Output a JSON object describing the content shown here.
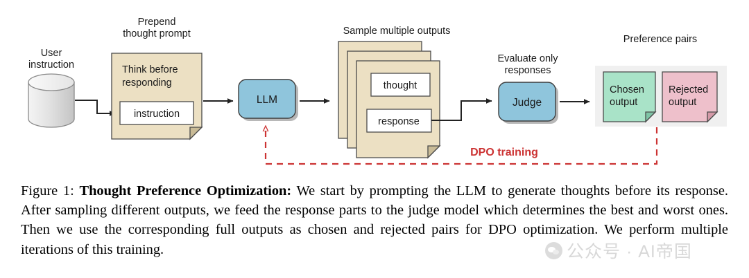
{
  "diagram": {
    "labels": {
      "user_instruction": [
        "User",
        "instruction"
      ],
      "prepend_prompt": [
        "Prepend",
        "thought prompt"
      ],
      "sample_outputs": "Sample multiple outputs",
      "evaluate_only": [
        "Evaluate only",
        "responses"
      ],
      "preference_pairs": "Preference pairs"
    },
    "nodes": {
      "thought_prompt_card": [
        "Think before",
        "responding"
      ],
      "instruction_box": "instruction",
      "llm_box": "LLM",
      "thought_box": "thought",
      "response_box": "response",
      "judge_box": "Judge",
      "chosen_card": [
        "Chosen",
        "output"
      ],
      "rejected_card": [
        "Rejected",
        "output"
      ]
    },
    "annotations": {
      "dpo_training": "DPO training"
    },
    "colors": {
      "note_beige": "#ece0c3",
      "node_blue": "#8fc5dc",
      "chosen_green": "#a9e3c8",
      "rejected_pink": "#eec0cb",
      "pairs_bg": "#f0f0f0",
      "dpo_red": "#cc3333",
      "stroke": "#333333",
      "fold": "#c9bb97"
    }
  },
  "caption": {
    "prefix": "Figure 1:",
    "title": "Thought Preference Optimization:",
    "body": "We start by prompting the LLM to generate thoughts before its response. After sampling different outputs, we feed the response parts to the judge model which determines the best and worst ones. Then we use the corresponding full outputs as chosen and rejected pairs for DPO optimization. We perform multiple iterations of this training."
  },
  "watermark": {
    "text": "公众号 · AI帝国"
  }
}
